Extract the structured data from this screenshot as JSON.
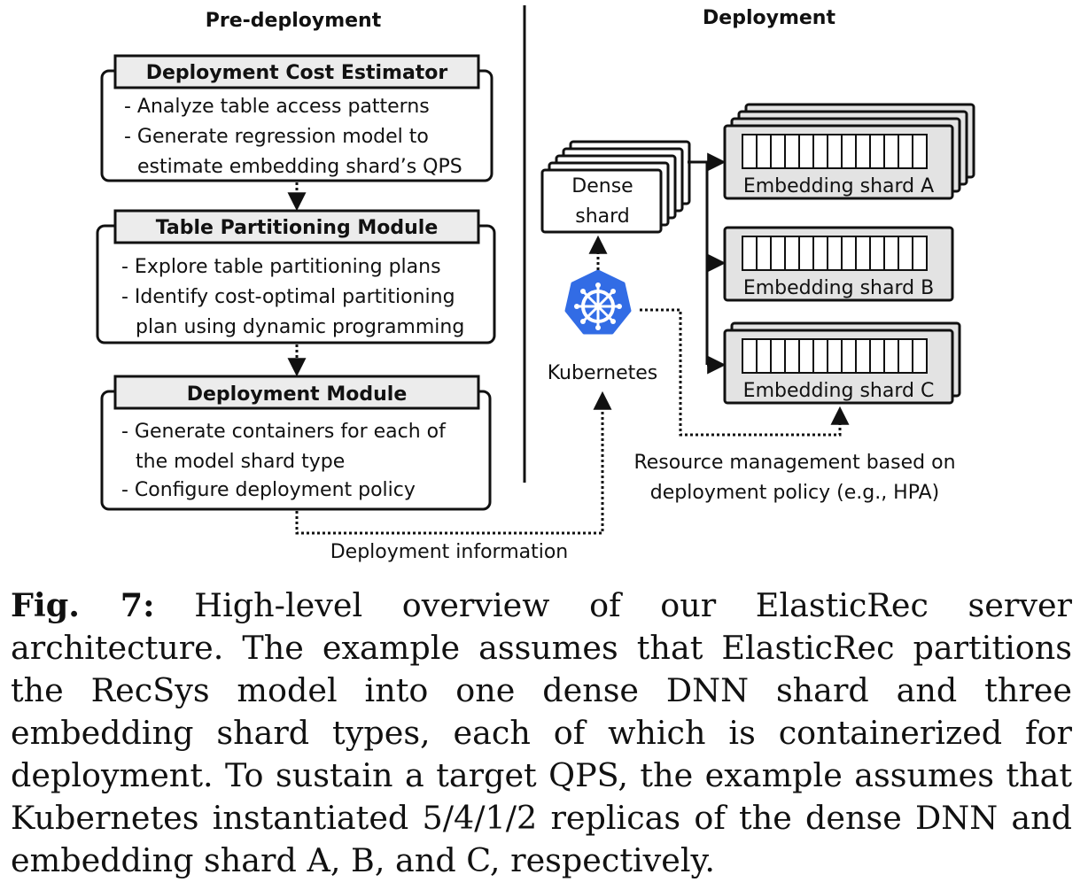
{
  "sections": {
    "pre_deployment": "Pre-deployment",
    "deployment": "Deployment"
  },
  "modules": [
    {
      "title": "Deployment Cost Estimator",
      "lines": [
        "- Analyze table access patterns",
        "- Generate regression model to",
        "estimate embedding shard’s QPS"
      ]
    },
    {
      "title": "Table Partitioning Module",
      "lines": [
        "- Explore table partitioning plans",
        "- Identify cost-optimal partitioning",
        "plan using dynamic programming"
      ]
    },
    {
      "title": "Deployment Module",
      "lines": [
        "- Generate containers for each of",
        "the model shard type",
        "- Configure deployment policy"
      ]
    }
  ],
  "dense_shard": {
    "line1": "Dense",
    "line2": "shard",
    "replicas": 5
  },
  "embedding_shards": [
    {
      "label": "Embedding shard A",
      "replicas": 4
    },
    {
      "label": "Embedding shard B",
      "replicas": 1
    },
    {
      "label": "Embedding shard C",
      "replicas": 2
    }
  ],
  "kubernetes": {
    "label": "Kubernetes",
    "icon": "kubernetes-helm-icon",
    "color": "#326CE5"
  },
  "annotations": {
    "deployment_information": "Deployment information",
    "resource_line1": "Resource management based on",
    "resource_line2": "deployment policy (e.g., HPA)"
  },
  "caption": {
    "label": "Fig. 7:",
    "text": "High-level overview of our ElasticRec server architecture. The example assumes that ElasticRec partitions the RecSys model into one dense DNN shard and three embedding shard types, each of which is containerized for deployment. To sustain a target QPS, the example assumes that Kubernetes instantiated 5/4/1/2 replicas of the dense DNN and embedding shard A, B, and C, respectively."
  }
}
